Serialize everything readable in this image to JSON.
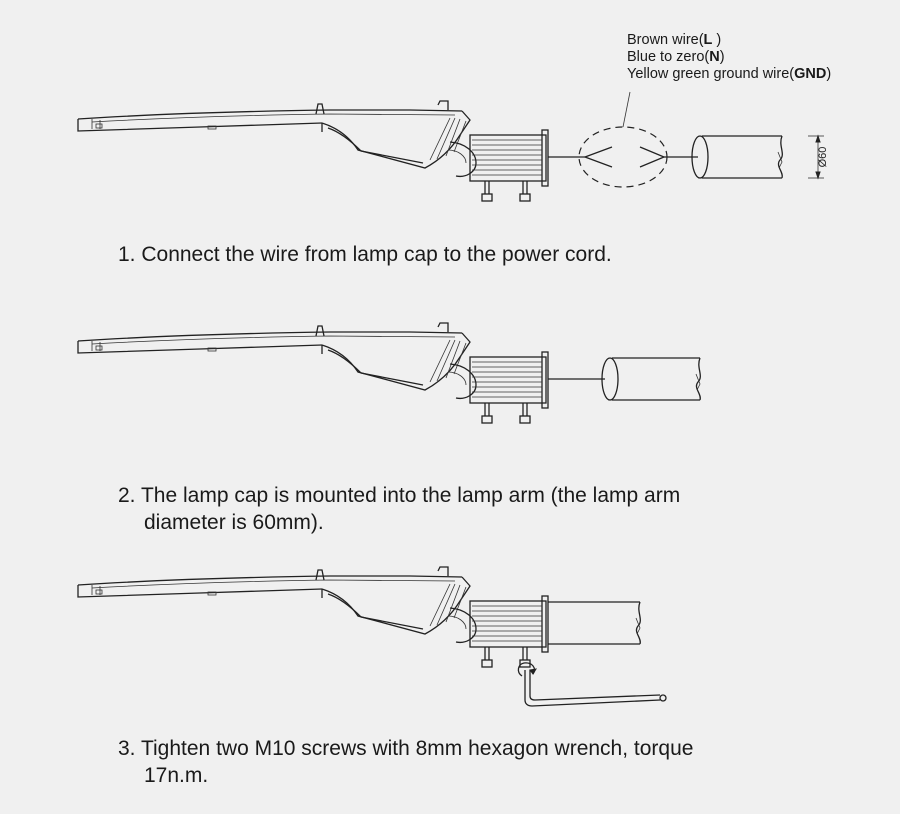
{
  "wire_labels": [
    {
      "text": "Brown wire(",
      "code": "L",
      "suffix": " )"
    },
    {
      "text": "Blue to zero(",
      "code": "N",
      "suffix": ")"
    },
    {
      "text": "Yellow green ground wire(",
      "code": "GND",
      "suffix": ")"
    }
  ],
  "dimension_label": "Ø60",
  "steps": [
    {
      "line1": "1. Connect the wire from lamp cap to the power cord.",
      "line2": ""
    },
    {
      "line1": "2. The lamp cap is mounted into the lamp arm (the lamp arm",
      "line2": "diameter is 60mm)."
    },
    {
      "line1": "3. Tighten two M10 screws with 8mm hexagon wrench, torque",
      "line2": "17n.m."
    }
  ],
  "colors": {
    "background": "#f0f0f0",
    "line": "#222222"
  }
}
